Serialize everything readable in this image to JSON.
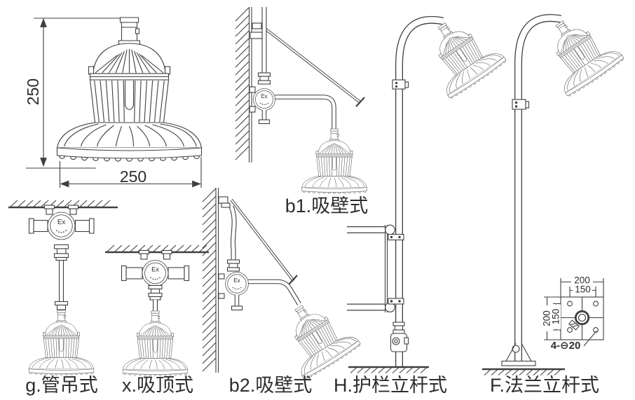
{
  "title": "Explosion-proof lamp mounting styles diagram",
  "colors": {
    "line": "#3f3f3f",
    "text": "#2d2d2d",
    "background": "#ffffff"
  },
  "dims": {
    "height": "250",
    "width": "250"
  },
  "ex_label": "Ex",
  "figures": {
    "b1": {
      "label": "b1.吸壁式"
    },
    "g": {
      "label": "g.管吊式"
    },
    "x": {
      "label": "x.吸顶式"
    },
    "b2": {
      "label": "b2.吸壁式"
    },
    "h": {
      "label": "H.护栏立杆式"
    },
    "f": {
      "label": "F.法兰立杆式"
    }
  },
  "flange": {
    "width_outer": "200",
    "width_inner": "150",
    "height_outer": "200",
    "height_inner": "150",
    "holes": "4-⊖20"
  }
}
